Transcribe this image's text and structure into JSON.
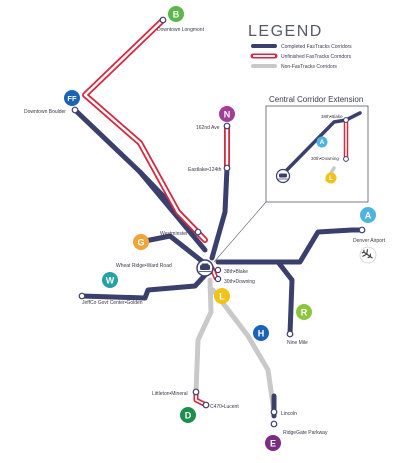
{
  "legend": {
    "title": "LEGEND",
    "items": [
      {
        "label": "Completed FasTracks Corridors",
        "color": "#3a3f6e"
      },
      {
        "label": "Unfinished FasTracks Corridors",
        "color": "#d6283f"
      },
      {
        "label": "Non-FasTracks Corridors",
        "color": "#c9c9c9"
      }
    ]
  },
  "inset": {
    "title": "Central Corridor Extension",
    "stations": {
      "s38": "38th•Blake",
      "s30": "30th•Downing"
    }
  },
  "lines": {
    "B": {
      "letter": "B",
      "color": "#5ab84a"
    },
    "FF": {
      "letter": "FF",
      "color": "#1b63b5"
    },
    "N": {
      "letter": "N",
      "color": "#a23e97"
    },
    "G": {
      "letter": "G",
      "color": "#f1a43a"
    },
    "A": {
      "letter": "A",
      "color": "#4fb3e0"
    },
    "W": {
      "letter": "W",
      "color": "#23a3a4"
    },
    "L": {
      "letter": "L",
      "color": "#f2c216"
    },
    "R": {
      "letter": "R",
      "color": "#8cc63f"
    },
    "H": {
      "letter": "H",
      "color": "#1b63b5"
    },
    "D": {
      "letter": "D",
      "color": "#1e8e4c"
    },
    "E": {
      "letter": "E",
      "color": "#7b2c83"
    }
  },
  "stations": {
    "downtown_longmont": "Downtown Longmont",
    "downtown_boulder": "Downtown Boulder",
    "s162nd": "162nd Ave",
    "eastlake": "Eastlake•124th",
    "westminster": "Westminster",
    "wheat_ridge": "Wheat Ridge•Ward Road",
    "jeffco": "JeffCo Govt Center•Golden",
    "s38th_blake": "38th•Blake",
    "s30th_downing": "30th•Downing",
    "denver_airport": "Denver Airport",
    "nine_mile": "Nine Mile",
    "littleton": "Littleton•Mineral",
    "c470": "C470•Lucent",
    "lincoln": "Lincoln",
    "ridgegate": "RidgeGate Parkway"
  },
  "icons": {
    "union_station": "train-icon",
    "airport": "airplane-icon"
  }
}
